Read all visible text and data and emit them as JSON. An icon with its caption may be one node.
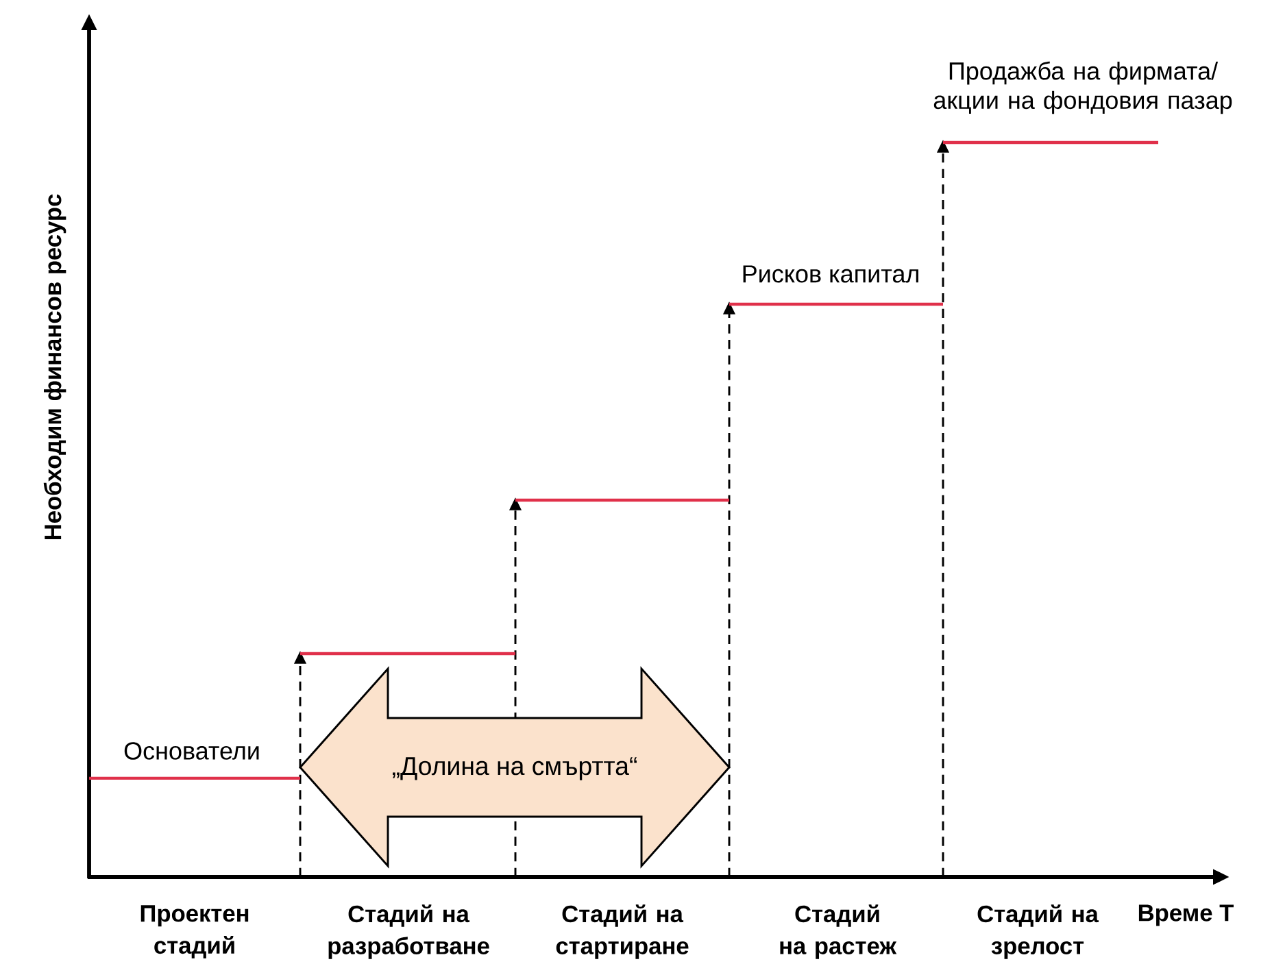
{
  "diagram": {
    "nodes": [
      {
        "text": [
          "„Долина на смъртта“"
        ]
      }
    ],
    "labels": [
      "Необходим финансов ресурс",
      "Продажба на фирмата/ акции на фондовия пазар",
      "Рисков капитал",
      "Основатели",
      "Проектен стадий",
      "Стадий на разработване",
      "Стадий на стартиране",
      "Стадий на растеж",
      "Стадий на зрелост",
      "Време T"
    ]
  }
}
